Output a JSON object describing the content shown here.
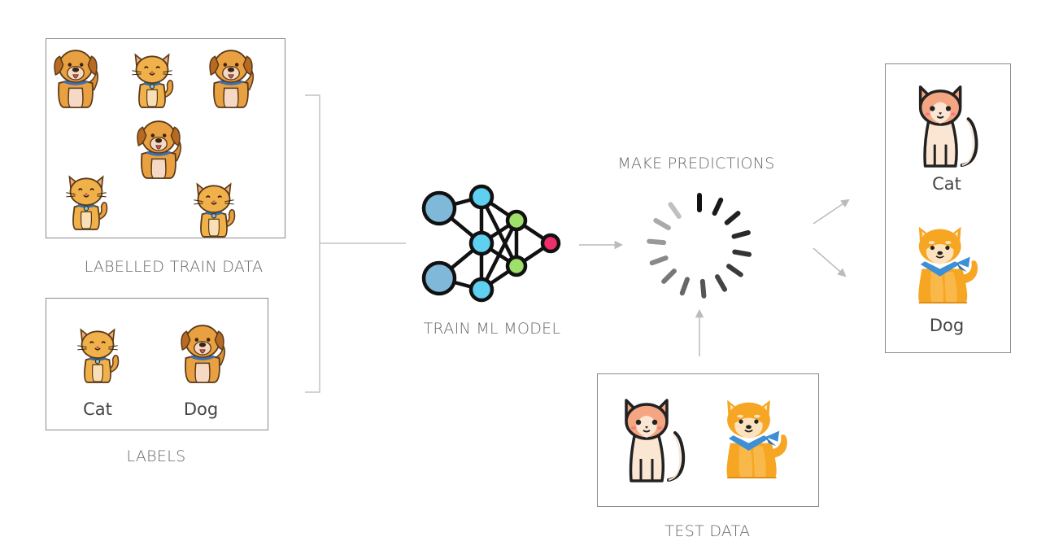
{
  "captions": {
    "train_data": "LABELLED TRAIN DATA",
    "labels": "LABELS",
    "model": "TRAIN ML MODEL",
    "predictions": "MAKE PREDICTIONS",
    "test_data": "TEST DATA"
  },
  "labels_box": {
    "cat": "Cat",
    "dog": "Dog"
  },
  "output_box": {
    "cat": "Cat",
    "dog": "Dog"
  },
  "colors": {
    "border": "#8a8a8a",
    "connector": "#bbbbbb",
    "cartoon_orange": "#e8a040",
    "cat_peach": "#f4b183",
    "shiba_orange": "#f6a623",
    "bandana_blue": "#3d8fd6",
    "node_blue": "#7fb8d8",
    "node_cyan": "#5fd0f0",
    "node_green": "#9ee06a",
    "node_pink": "#ee2f6a"
  },
  "icons": [
    "cartoon-dog-icon",
    "cartoon-cat-icon",
    "line-cat-icon",
    "shiba-dog-icon",
    "neural-network-icon",
    "loading-spinner-icon",
    "arrow-icon"
  ]
}
